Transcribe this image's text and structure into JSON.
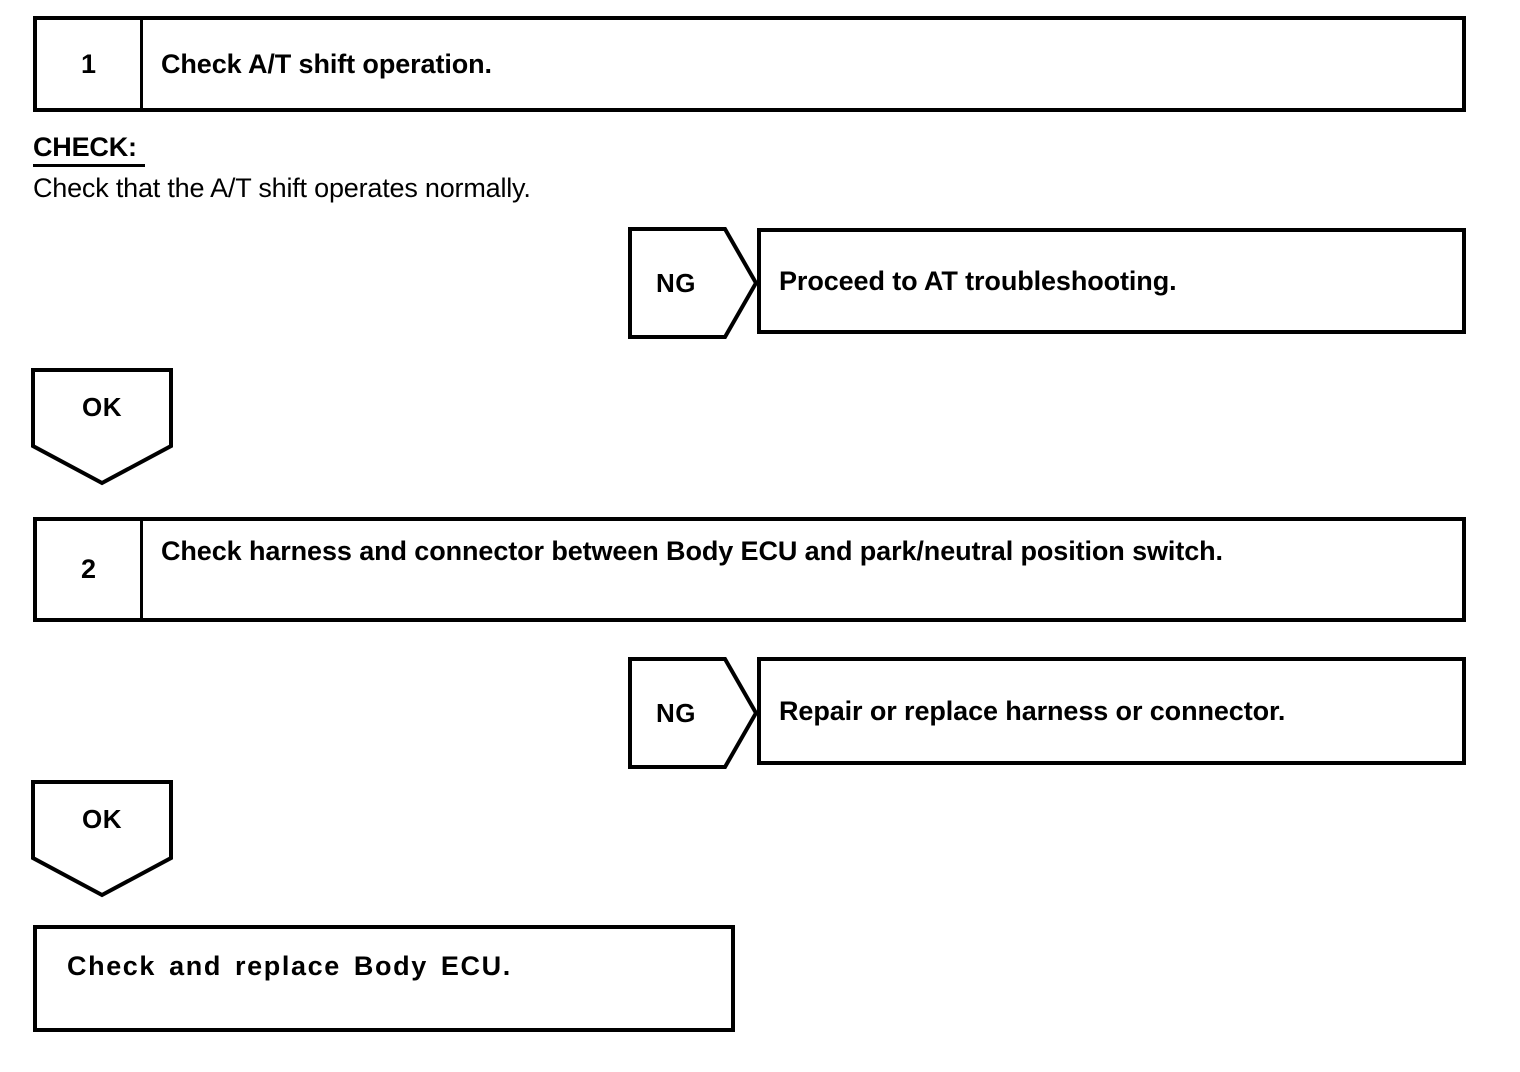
{
  "document": {
    "type": "diagnostic-flowchart",
    "title": "A/T shift / Body ECU troubleshooting flow"
  },
  "steps": [
    {
      "number": "1",
      "instruction": "Check A/T shift operation."
    },
    {
      "number": "2",
      "instruction": "Check harness and connector between Body ECU and park/neutral position switch."
    }
  ],
  "check_block": {
    "heading": "CHECK:",
    "description": "Check that the A/T shift operates normally."
  },
  "branches": [
    {
      "label": "NG",
      "result": "Proceed to AT troubleshooting."
    },
    {
      "label": "OK"
    },
    {
      "label": "NG",
      "result": "Repair or replace harness or connector."
    },
    {
      "label": "OK"
    }
  ],
  "conclusion": {
    "text": "Check and replace Body ECU."
  },
  "colors": {
    "ink": "#000000",
    "paper": "#ffffff"
  }
}
